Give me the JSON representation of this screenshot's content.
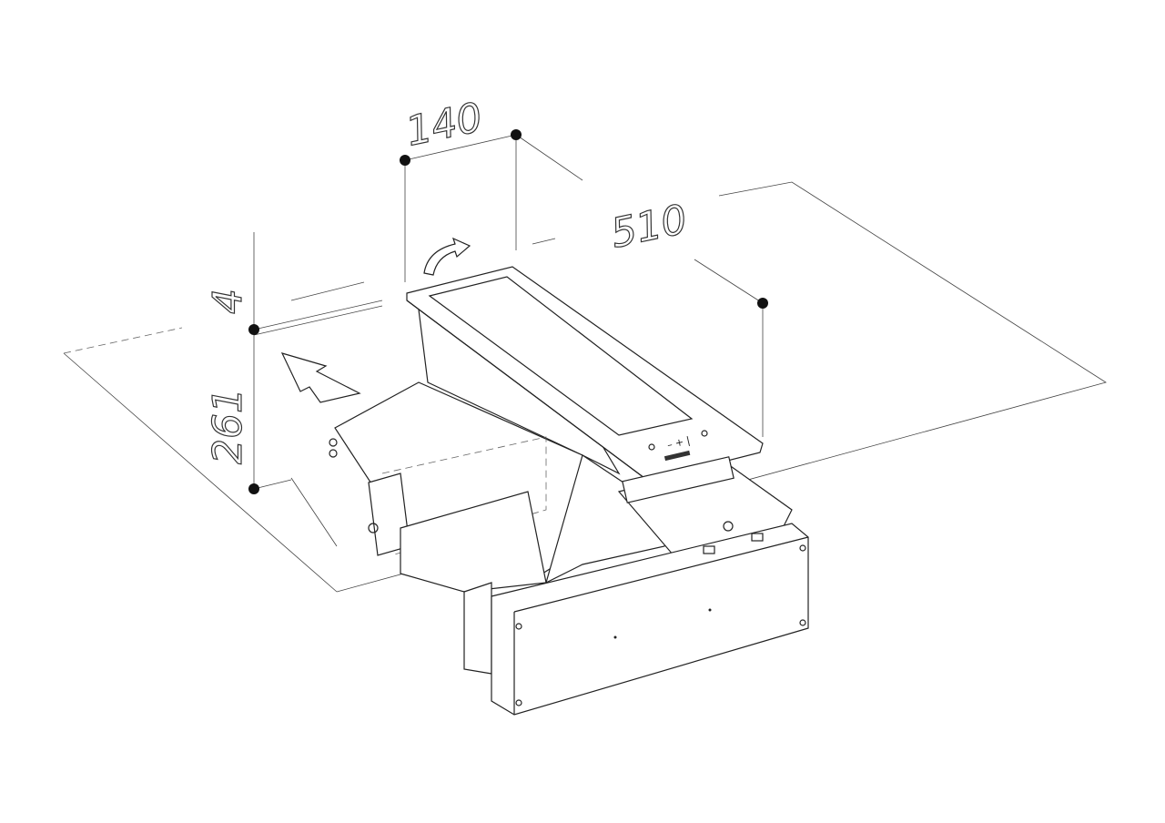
{
  "drawing": {
    "dimensions": {
      "width": "140",
      "depth": "510",
      "height_above": "4",
      "height_below": "261"
    },
    "panel_controls": "– + |"
  }
}
